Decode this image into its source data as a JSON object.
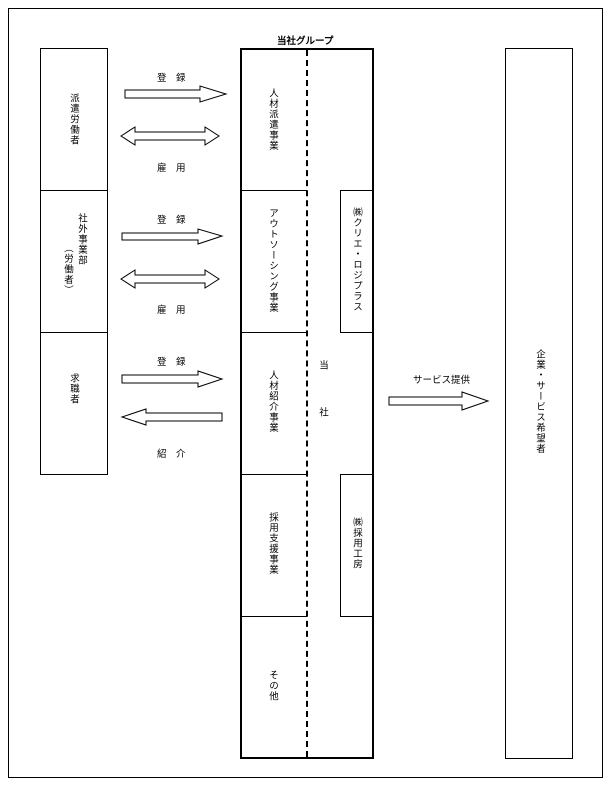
{
  "group_title": "当社グループ",
  "left_boxes": [
    {
      "label": "派遣労働者"
    },
    {
      "label": "社外事業部",
      "sub": "（労働者）"
    },
    {
      "label": "求職者"
    }
  ],
  "arrow_labels": {
    "top_register": "登　録",
    "top_employ": "雇　用",
    "mid_register": "登　録",
    "mid_employ": "雇　用",
    "bot_register": "登　録",
    "bot_introduce": "紹　介"
  },
  "center_sections": [
    {
      "label": "人材派遣事業"
    },
    {
      "label": "アウトソーシング事業"
    },
    {
      "label": "人材紹介事業"
    },
    {
      "label": "採用支援事業"
    },
    {
      "label": "その他"
    }
  ],
  "company_label": "当　社",
  "subsidiaries": [
    {
      "label": "㈱クリエ・ロジプラス"
    },
    {
      "label": "㈱採用工房"
    }
  ],
  "service_label": "サービス提供",
  "right_box": {
    "label": "企業・サービス希望者"
  }
}
